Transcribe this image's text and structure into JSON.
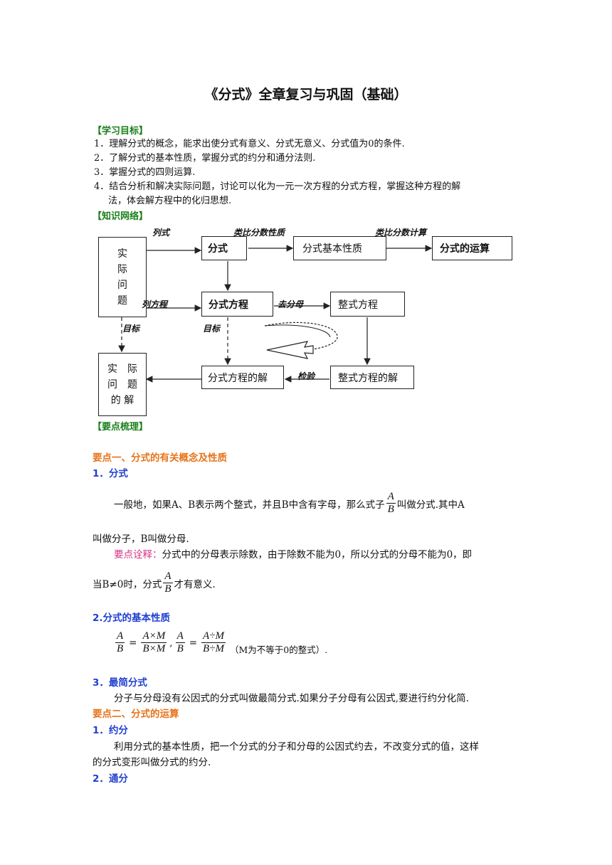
{
  "title": "《分式》全章复习与巩固（基础）",
  "sections": {
    "goals_header": "【学习目标】",
    "network_header": "【知识网络】",
    "keypoints_header": "【要点梳理】"
  },
  "goals": [
    "1．理解分式的概念，能求出使分式有意义、分式无意义、分式值为0的条件.",
    "2．了解分式的基本性质，掌握分式的约分和通分法则.",
    "3．掌握分式的四则运算.",
    "4．结合分析和解决实际问题，讨论可以化为一元一次方程的分式方程，掌握这种方程的解",
    "法，体会解方程中的化归思想."
  ],
  "diagram": {
    "boxes": {
      "real_problem": [
        "实",
        "际",
        "问",
        "题"
      ],
      "fraction": "分式",
      "basic_property": "分式基本性质",
      "operation": "分式的运算",
      "fraction_equation": "分式方程",
      "integral_equation": "整式方程",
      "real_solution": [
        "实　际",
        "问　题",
        "的 解"
      ],
      "fraction_equation_solution": "分式方程的解",
      "integral_equation_solution": "整式方程的解"
    },
    "labels": {
      "list_expr": "列式",
      "analogy_property": "类比分数性质",
      "analogy_calc": "类比分数计算",
      "list_equation": "列方程",
      "remove_denominator": "去分母",
      "goal_left": "目标",
      "goal_mid": "目标",
      "check": "检验"
    }
  },
  "point1": {
    "heading": "要点一、分式的有关概念及性质",
    "sub1": "1．分式",
    "p1_before": "一般地，如果A、B表示两个整式，并且B中含有字母，那么式子",
    "p1_after": "叫做分式.其中A",
    "p1_line2": "叫做分子，B叫做分母.",
    "note_label": "要点诠释：",
    "note_text": "分式中的分母表示除数，由于除数不能为0，所以分式的分母不能为0，即",
    "note_line2_before": "当B≠0时，分式",
    "note_line2_after": "才有意义.",
    "frac_num": "A",
    "frac_den": "B",
    "sub2": "2.分式的基本性质",
    "prop_A": "A",
    "prop_B": "B",
    "prop_mul_num": "A×M",
    "prop_mul_den": "B×M",
    "prop_div_num": "A÷M",
    "prop_div_den": "B÷M",
    "prop_note": "（M为不等于0的整式）.",
    "sub3": "3．最简分式",
    "p3": "分子与分母没有公因式的分式叫做最简分式.如果分子分母有公因式,要进行约分化简."
  },
  "point2": {
    "heading": "要点二、分式的运算",
    "sub1": "1．约分",
    "p1_line1": "利用分式的基本性质，把一个分式的分子和分母的公因式约去，不改变分式的值，这样",
    "p1_line2": "的分式变形叫做分式的约分.",
    "sub2": "2．通分"
  }
}
